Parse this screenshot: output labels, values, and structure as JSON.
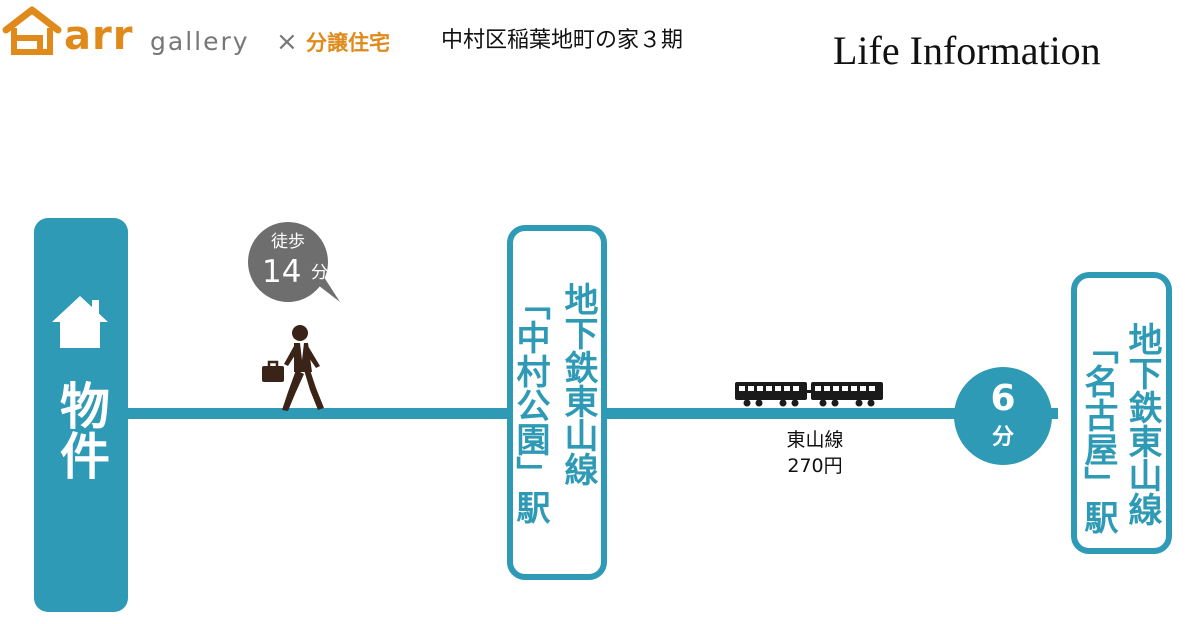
{
  "header": {
    "brand_name": "arr",
    "brand_gallery": "gallery",
    "brand_cross": "×",
    "brand_subtitle": "分譲住宅",
    "project_title": "中村区稲葉地町の家３期",
    "page_title": "Life Information"
  },
  "colors": {
    "accent": "#2e9ab5",
    "brand": "#e08a1c",
    "bubble": "#6e6e6e",
    "walker": "#3a2418"
  },
  "property": {
    "icon": "home-icon",
    "label": "物件"
  },
  "walk": {
    "mode": "徒歩",
    "minutes": "14",
    "unit": "分",
    "icon": "walking-person-icon"
  },
  "station1": {
    "line_name": "地下鉄東山線",
    "station_name": "「中村公園」駅"
  },
  "train": {
    "icon": "train-icon",
    "line_name": "東山線",
    "fare": "270円"
  },
  "ride": {
    "minutes": "6",
    "unit": "分"
  },
  "station2": {
    "line_name": "地下鉄東山線",
    "station_name": "「名古屋」駅"
  }
}
